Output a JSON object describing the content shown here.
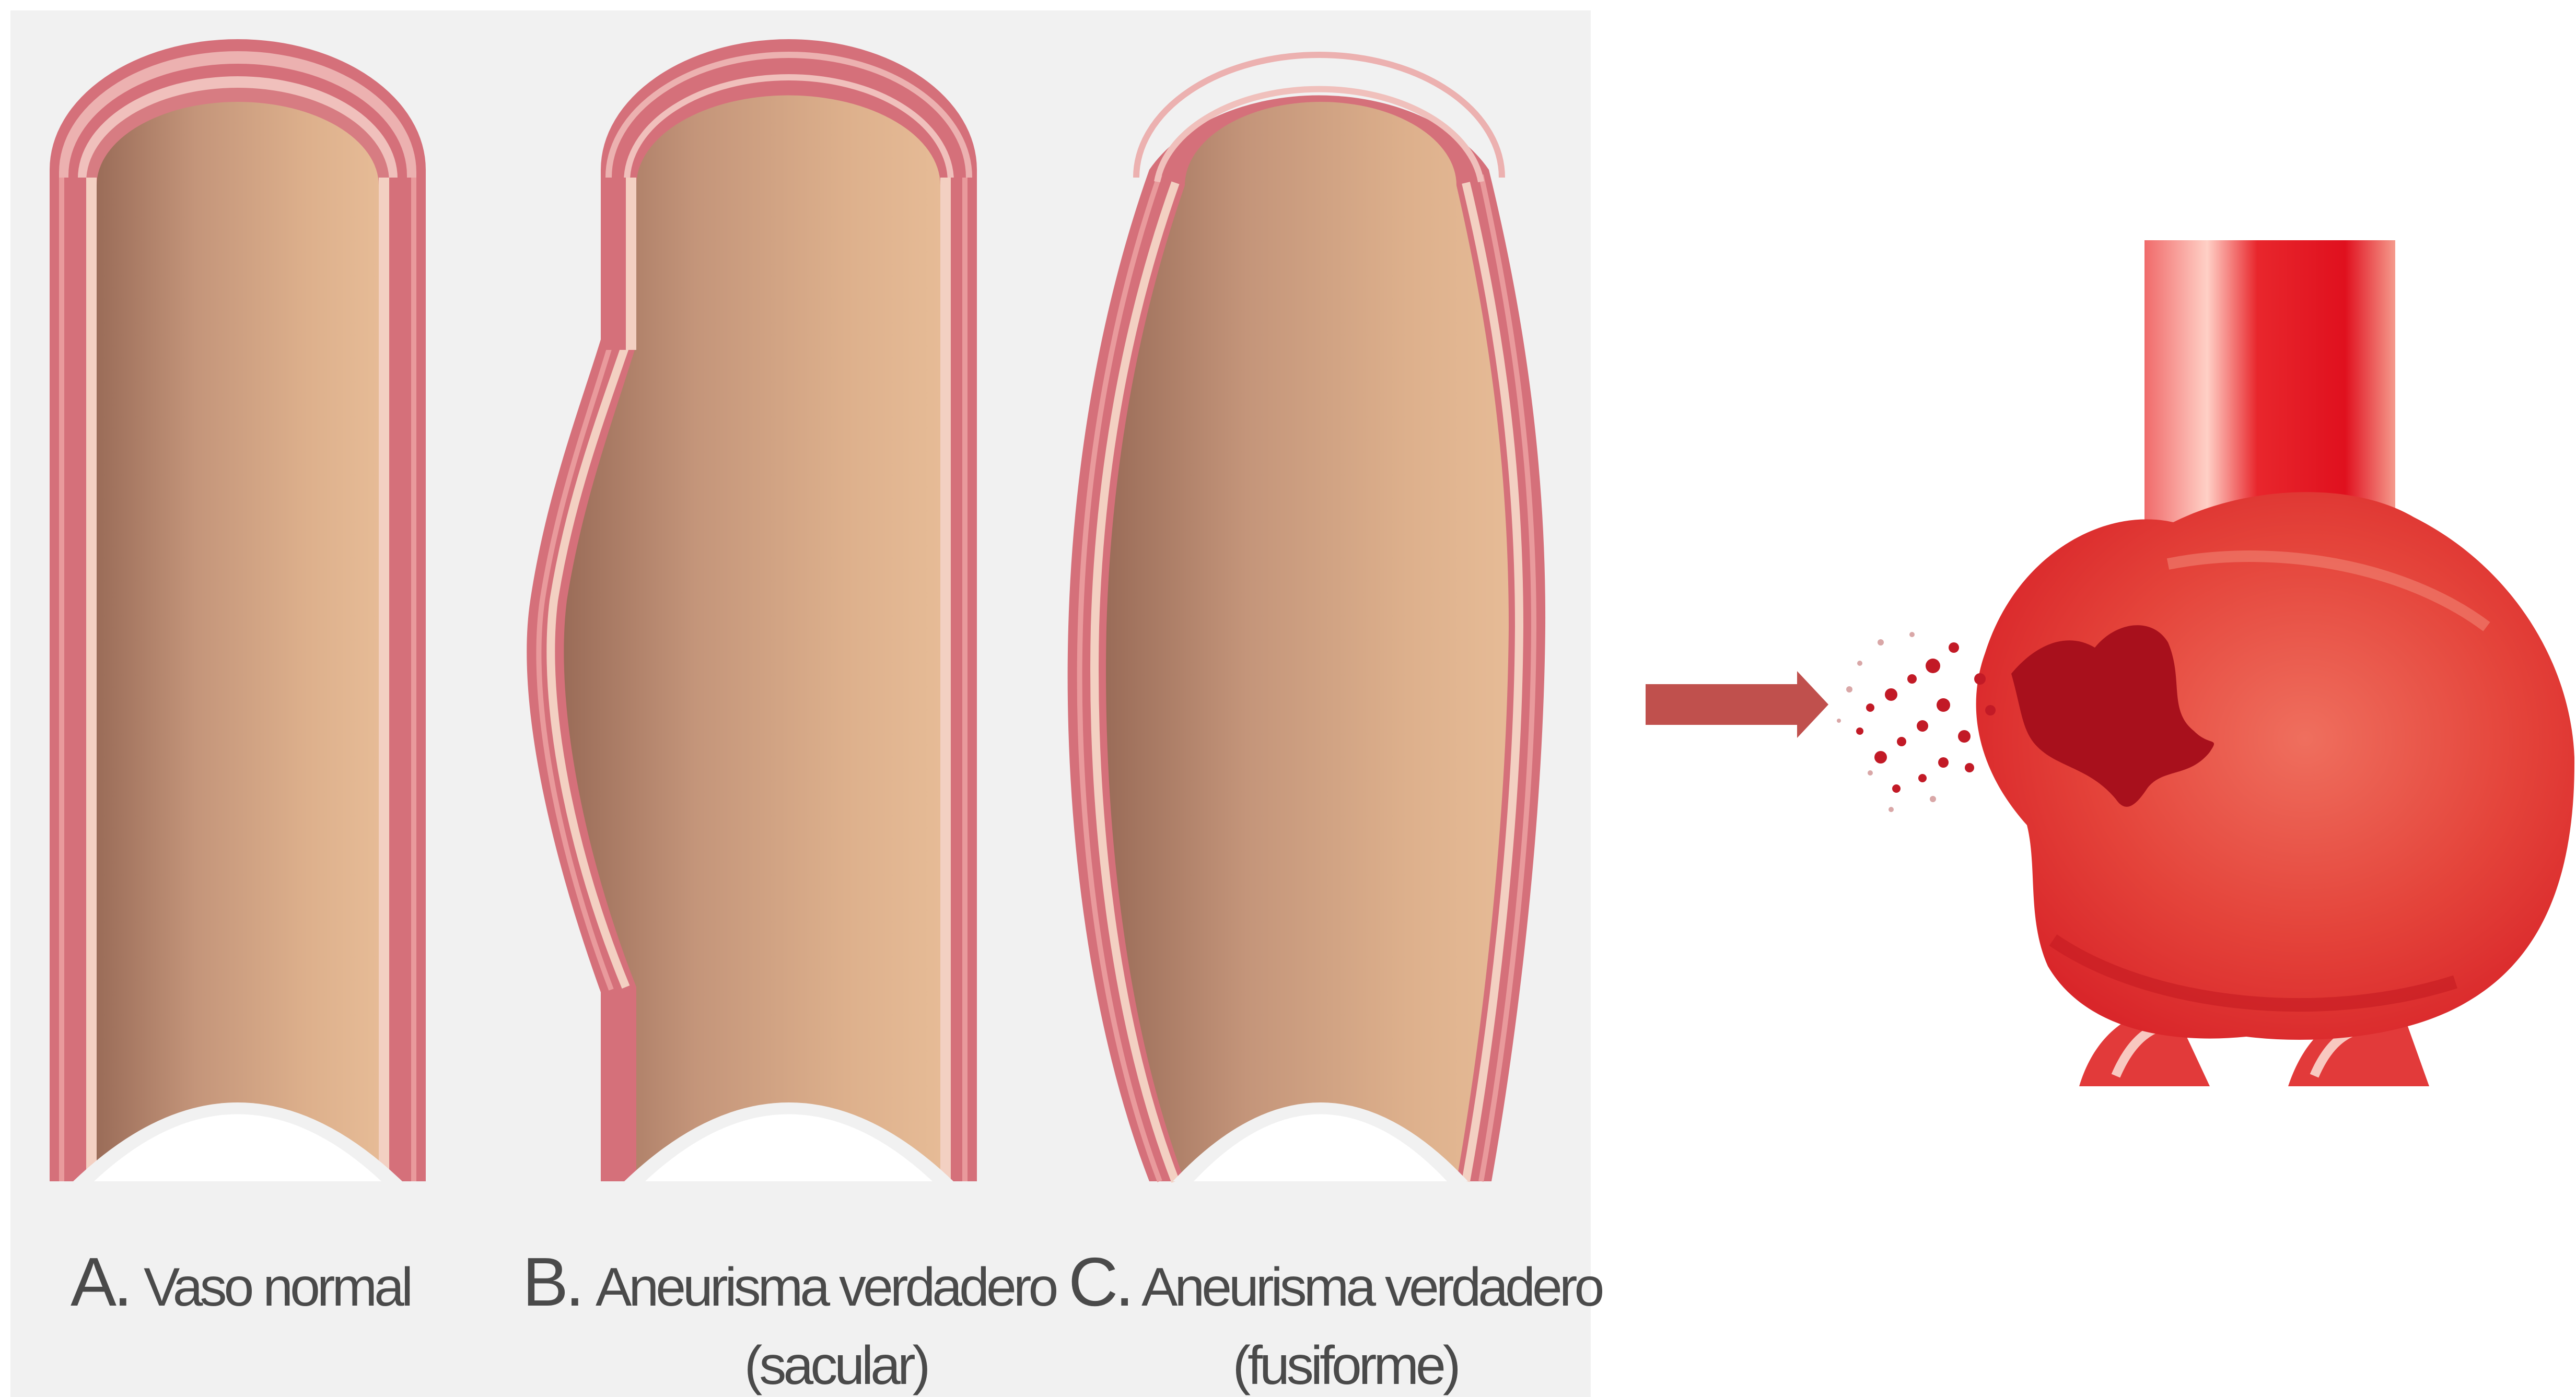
{
  "panels": [
    {
      "letter": "A.",
      "title": "Vaso normal",
      "subtitle": ""
    },
    {
      "letter": "B.",
      "title": "Aneurisma verdadero",
      "subtitle": "(sacular)"
    },
    {
      "letter": "C.",
      "title": "Aneurisma verdadero",
      "subtitle": "(fusiforme)"
    }
  ],
  "colors": {
    "vessel_wall": "#d5707a",
    "vessel_wall_dark": "#b9505c",
    "vessel_lumen_light": "#e2b58f",
    "vessel_lumen_dark": "#9a6c58",
    "panel_background": "#f1f1f1",
    "arrow": "#c0504d",
    "aneurysm_red": "#e0202a"
  },
  "icons": [
    "right-arrow-icon",
    "ruptured-aneurysm-illustration"
  ]
}
